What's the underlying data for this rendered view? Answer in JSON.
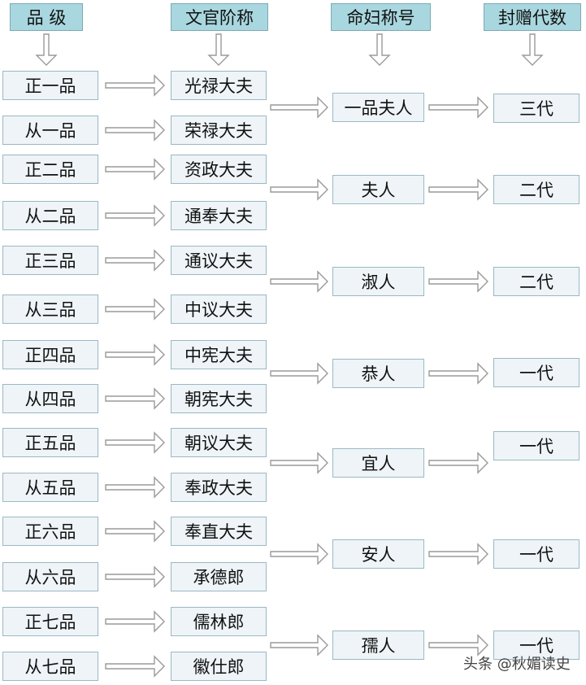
{
  "headers": [
    "品  级",
    "文官阶称",
    "命妇称号",
    "封赠代数"
  ],
  "ranks": [
    "正一品",
    "从一品",
    "正二品",
    "从二品",
    "正三品",
    "从三品",
    "正四品",
    "从四品",
    "正五品",
    "从五品",
    "正六品",
    "从六品",
    "正七品",
    "从七品"
  ],
  "titles": [
    "光禄大夫",
    "荣禄大夫",
    "资政大夫",
    "通奉大夫",
    "通议大夫",
    "中议大夫",
    "中宪大夫",
    "朝宪大夫",
    "朝议大夫",
    "奉政大夫",
    "奉直大夫",
    "承德郎",
    "儒林郎",
    "徽仕郎"
  ],
  "honorifics": [
    "一品夫人",
    "夫人",
    "淑人",
    "恭人",
    "宜人",
    "安人",
    "孺人"
  ],
  "generations": [
    "三代",
    "二代",
    "二代",
    "一代",
    "一代",
    "一代",
    "一代"
  ],
  "watermark": "头条 @秋媚读史"
}
